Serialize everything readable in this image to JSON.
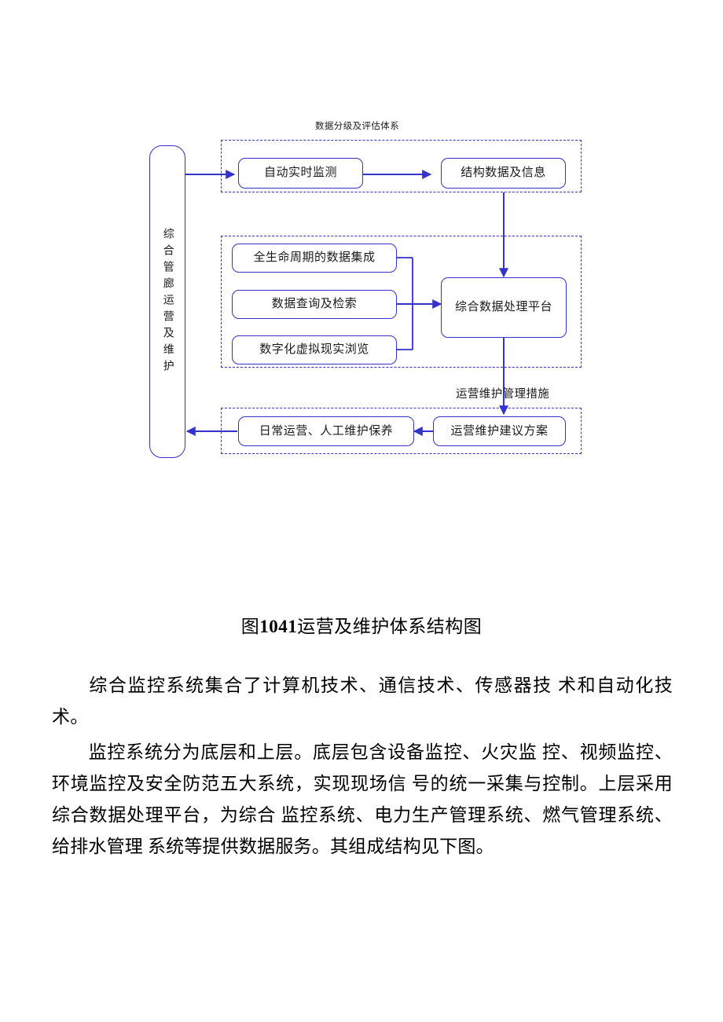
{
  "figure": {
    "root_node": {
      "label": "综合管廊运营及维护"
    },
    "groups": [
      {
        "id": "data-grading",
        "label": "数据分级及评估体系",
        "nodes": [
          {
            "id": "auto-realtime-monitoring",
            "label": "自动实时监测"
          },
          {
            "id": "structured-data-info",
            "label": "结构数据及信息"
          }
        ]
      },
      {
        "id": "data-platform-group",
        "label": "",
        "nodes": [
          {
            "id": "lifecycle-data-integration",
            "label": "全生命周期的数据集成"
          },
          {
            "id": "data-query-retrieval",
            "label": "数据查询及检索"
          },
          {
            "id": "digital-vr-browsing",
            "label": "数字化虚拟现实浏览"
          },
          {
            "id": "integrated-data-platform",
            "label": "综合数据处理平台"
          }
        ]
      },
      {
        "id": "ops-maintenance-measures",
        "label": "运营维护管理措施",
        "nodes": [
          {
            "id": "daily-ops-manual-maintenance",
            "label": "日常运营、人工维护保养"
          },
          {
            "id": "ops-maintenance-proposal",
            "label": "运营维护建议方案"
          }
        ]
      }
    ],
    "colors": {
      "line": "#3333cc",
      "node_border": "#3333cc",
      "text": "#1a1a1a"
    }
  },
  "caption": {
    "prefix": "图",
    "number": "1041",
    "suffix": "运营及维护体系结构图"
  },
  "body": {
    "paragraph_1": "综合监控系统集合了计算机技术、通信技术、传感器技 术和自动化技术。",
    "paragraph_2": "监控系统分为底层和上层。底层包含设备监控、火灾监 控、视频监控、环境监控及安全防范五大系统，实现现场信 号的统一采集与控制。上层采用综合数据处理平台，为综合 监控系统、电力生产管理系统、燃气管理系统、给排水管理 系统等提供数据服务。其组成结构见下图。"
  }
}
